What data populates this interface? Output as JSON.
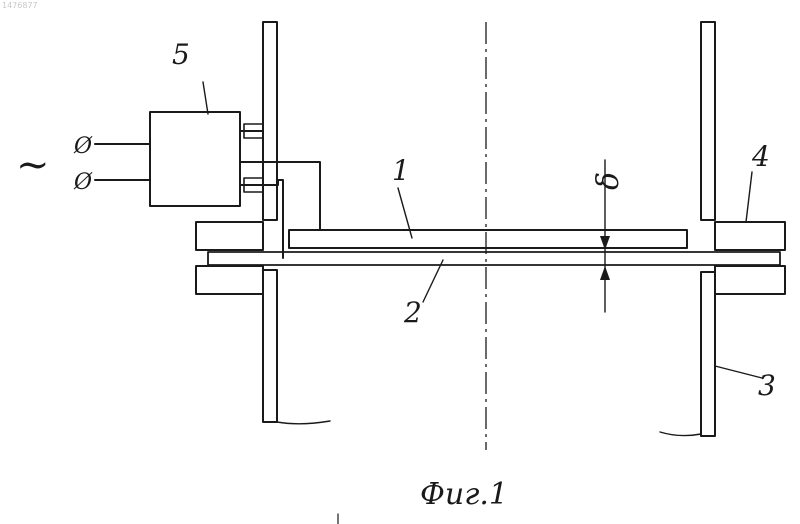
{
  "header_id": "1476877",
  "labels": {
    "plate": "1",
    "membrane": "2",
    "pipe": "3",
    "flange": "4",
    "power_unit": "5",
    "gap": "δ",
    "ac_symbol": "~",
    "terminal_symbol": "Ø"
  },
  "caption": "Фиг.1",
  "colors": {
    "ink": "#1a1a1a",
    "paper": "#ffffff",
    "hatch": "#1a1a1a"
  }
}
